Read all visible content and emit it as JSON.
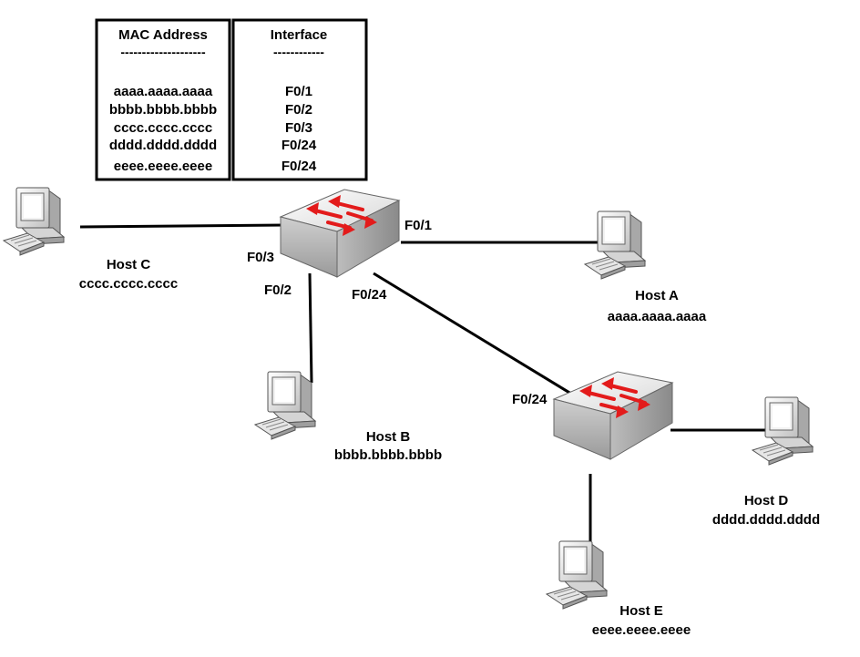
{
  "mac_table": {
    "col_mac_header": "MAC Address",
    "col_mac_dash": "--------------------",
    "col_if_header": "Interface",
    "col_if_dash": "------------",
    "rows": [
      {
        "mac": "aaaa.aaaa.aaaa",
        "iface": "F0/1"
      },
      {
        "mac": "bbbb.bbbb.bbbb",
        "iface": "F0/2"
      },
      {
        "mac": "cccc.cccc.cccc",
        "iface": "F0/3"
      },
      {
        "mac": "dddd.dddd.dddd",
        "iface": "F0/24"
      },
      {
        "mac": "eeee.eeee.eeee",
        "iface": "F0/24"
      }
    ]
  },
  "hosts": {
    "a": {
      "name": "Host A",
      "mac": "aaaa.aaaa.aaaa"
    },
    "b": {
      "name": "Host B",
      "mac": "bbbb.bbbb.bbbb"
    },
    "c": {
      "name": "Host C",
      "mac": "cccc.cccc.cccc"
    },
    "d": {
      "name": "Host D",
      "mac": "dddd.dddd.dddd"
    },
    "e": {
      "name": "Host E",
      "mac": "eeee.eeee.eeee"
    }
  },
  "ports": {
    "sw1_f01": "F0/1",
    "sw1_f03": "F0/3",
    "sw1_f02": "F0/2",
    "sw1_f024": "F0/24",
    "sw2_f024": "F0/24"
  },
  "colors": {
    "switch_arrow": "#e31b1b",
    "switch_body": "#d9d9d9",
    "link": "#000000"
  },
  "icons": {
    "switch": "switch-icon",
    "host": "desktop-computer-icon"
  }
}
